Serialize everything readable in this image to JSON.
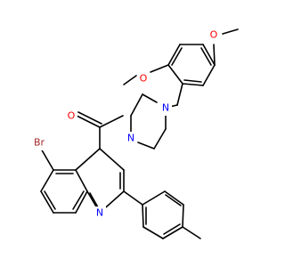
{
  "structure": {
    "atoms": {
      "br": {
        "text": "Br"
      },
      "o_carbonyl": {
        "text": "O"
      },
      "n_amide": {
        "text": "N"
      },
      "n_benzyl": {
        "text": "N"
      },
      "o_methoxy_ortho": {
        "text": "O"
      },
      "o_methoxy_meta": {
        "text": "O"
      },
      "n_quinoline": {
        "text": "N"
      }
    },
    "colors": {
      "bond": "#000000",
      "br": "#a52a2a",
      "o": "#ff0000",
      "n": "#0000ff"
    }
  }
}
